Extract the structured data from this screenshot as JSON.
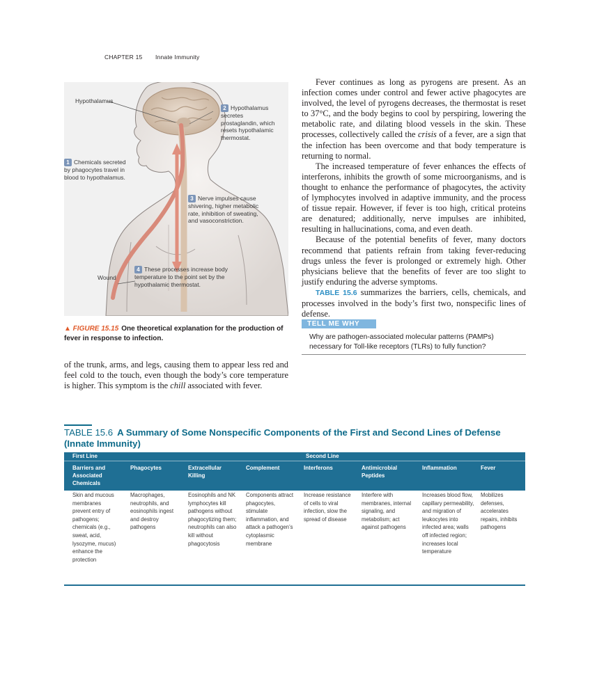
{
  "running_head": {
    "chapter": "CHAPTER 15",
    "title": "Innate Immunity"
  },
  "figure": {
    "labels": {
      "hypothalamus": "Hypothalamus",
      "wound": "Wound",
      "step1": "Chemicals secreted by phagocytes travel in blood to hypothalamus.",
      "step2": "Hypothalamus secretes prostaglandin, which resets hypothalamic thermostat.",
      "step3": "Nerve impulses cause shivering, higher metabolic rate, inhibition of sweating, and vasoconstriction.",
      "step4": "These processes increase body temperature to the point set by the hypothalamic thermostat."
    },
    "steps": [
      "1",
      "2",
      "3",
      "4"
    ],
    "caption_marker": "▲ FIGURE  15.15",
    "caption_text": "One theoretical explanation for the production of fever in response to infection."
  },
  "right_column": {
    "p1": "Fever continues as long as pyrogens are present. As an infection comes under control and fewer active phagocytes are involved, the level of pyrogens decreases, the thermostat is reset to 37°C, and the body begins to cool by perspiring, lowering the metabolic rate, and dilating blood vessels in the skin. These processes, collectively called the",
    "p1_italic": "crisis",
    "p1_end": "of a fever, are a sign that the infection has been overcome and that body temperature is returning to normal.",
    "p2": "The increased temperature of fever enhances the effects of interferons, inhibits the growth of some microorganisms, and is thought to enhance the performance of phagocytes, the activity of lymphocytes involved in adaptive immunity, and the process of tissue repair. However, if fever is too high, critical proteins are denatured; additionally, nerve impulses are inhibited, resulting in hallucinations, coma, and even death.",
    "p3": "Because of the potential benefits of fever, many doctors recommend that patients refrain from taking fever-reducing drugs unless the fever is prolonged or extremely high. Other physicians believe that the benefits of fever are too slight to justify enduring the adverse symptoms.",
    "p4_ref": "TABLE 15.6",
    "p4": "summarizes the barriers, cells, chemicals, and processes involved in the body’s first two, nonspecific lines of defense."
  },
  "left_continuation": {
    "text": "of the trunk, arms, and legs, causing them to appear less red and feel cold to the touch, even though the body’s core temperature is higher. This symptom is the",
    "italic": "chill",
    "end": "associated with fever."
  },
  "tell_me_why": {
    "heading": "TELL ME WHY",
    "question": "Why are pathogen-associated molecular patterns (PAMPs) necessary for Toll-like receptors (TLRs) to fully function?"
  },
  "table": {
    "number": "TABLE 15.6",
    "title": "A Summary of Some Nonspecific Components of the First and Second Lines of Defense (Innate Immunity)",
    "first_line": "First Line",
    "second_line": "Second Line",
    "headers": [
      "Barriers and Associated Chemicals",
      "Phagocytes",
      "Extracellular Killing",
      "Complement",
      "Interferons",
      "Antimicrobial Peptides",
      "Inflammation",
      "Fever"
    ],
    "cells": [
      "Skin and mucous membranes prevent entry of pathogens; chemicals (e.g., sweat, acid, lysozyme, mucus) enhance the protection",
      "Macrophages, neutrophils, and eosinophils ingest and destroy pathogens",
      "Eosinophils and NK lymphocytes kill pathogens without phagocytizing them; neutrophils can also kill without phagocytosis",
      "Components attract phagocytes, stimulate inflammation, and attack a pathogen’s cytoplasmic membrane",
      "Increase resistance of cells to viral infection, slow the spread of disease",
      "Interfere with membranes, internal signaling, and metabolism; act against pathogens",
      "Increases blood flow, capillary permeability, and migration of leukocytes into infected area; walls off infected region; increases local temperature",
      "Mobilizes defenses, accelerates repairs, inhibits pathogens"
    ]
  }
}
